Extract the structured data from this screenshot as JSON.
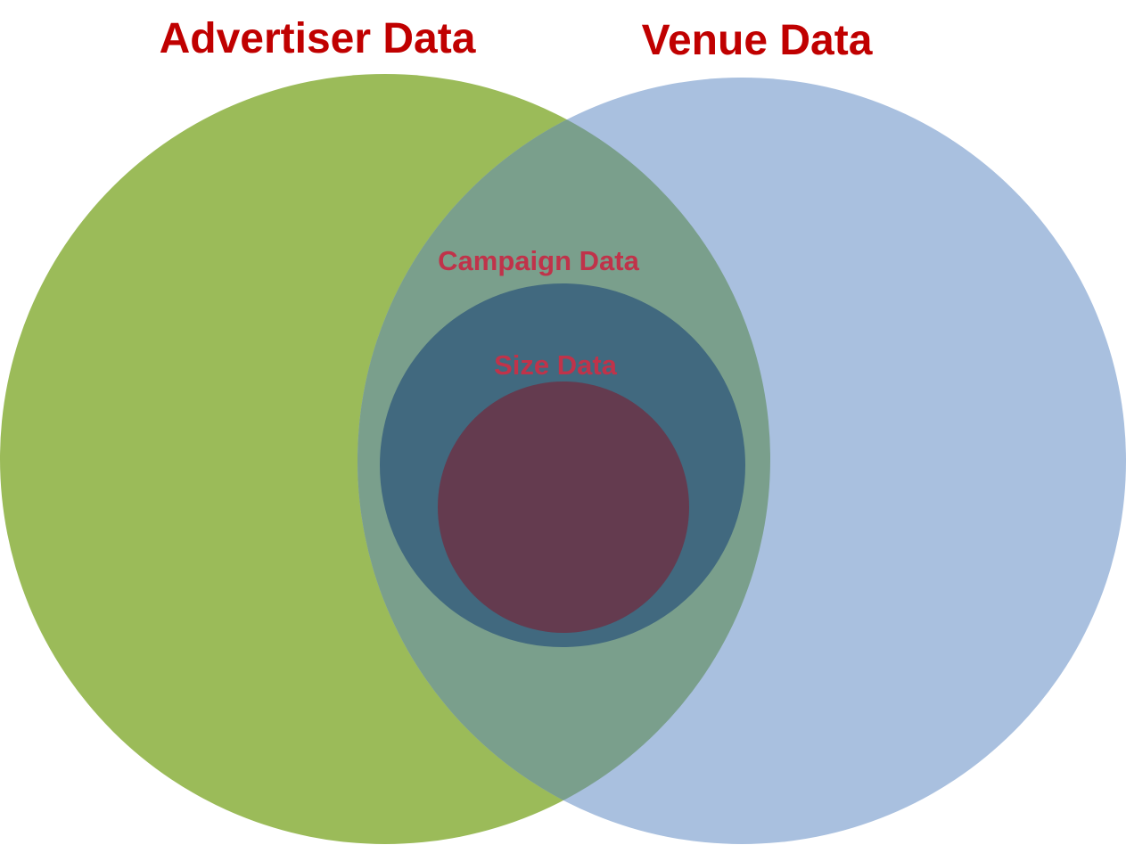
{
  "diagram": {
    "labels": {
      "advertiser": "Advertiser Data",
      "venue": "Venue Data",
      "campaign": "Campaign Data",
      "size": "Size Data"
    },
    "colors": {
      "advertiser_circle": "#9bbb59",
      "venue_circle": "#a9c0df",
      "overlap_region": "#7a9f8c",
      "campaign_circle": "#41697f",
      "size_circle": "#643b4f",
      "title_text": "#c00000",
      "inner_text": "#c0334a"
    }
  }
}
